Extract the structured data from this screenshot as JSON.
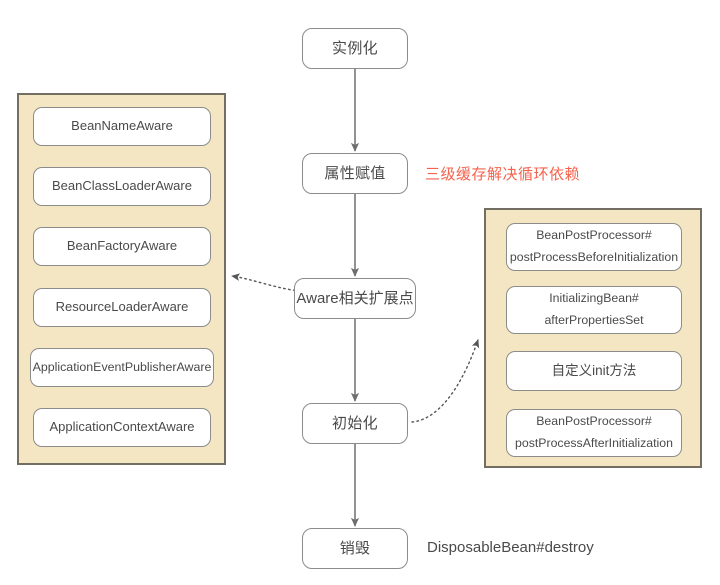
{
  "diagram": {
    "title_text_color": "#4A4A4A",
    "colors": {
      "group_fill": "#F5E6C3",
      "group_border": "#726F62",
      "node_border": "#8C8C8C",
      "node_fill": "#FFFFFF",
      "edge": "#6E6E6E",
      "accent_red": "#F5614C",
      "background": "#FFFFFF"
    },
    "lifecycle": {
      "nodes": [
        {
          "id": "instantiate",
          "label": "实例化"
        },
        {
          "id": "populate",
          "label": "属性赋值"
        },
        {
          "id": "aware",
          "label": "Aware相关扩展点"
        },
        {
          "id": "init",
          "label": "初始化"
        },
        {
          "id": "destroy",
          "label": "销毁"
        }
      ]
    },
    "annotations": [
      {
        "id": "circular-dependency-note",
        "label": "三级缓存解决循环依赖",
        "style": "accent"
      },
      {
        "id": "destroy-note",
        "label": "DisposableBean#destroy",
        "style": "plain"
      }
    ],
    "aware_group": {
      "id": "aware-interfaces-group",
      "items": [
        {
          "id": "bean-name-aware",
          "line1": "BeanNameAware",
          "line2": ""
        },
        {
          "id": "bean-class-loader-aware",
          "line1": "BeanClassLoaderAware",
          "line2": ""
        },
        {
          "id": "bean-factory-aware",
          "line1": "BeanFactoryAware",
          "line2": ""
        },
        {
          "id": "resource-loader-aware",
          "line1": "ResourceLoaderAware",
          "line2": ""
        },
        {
          "id": "application-event-publisher-aware",
          "line1": "ApplicationEventPublisherAware",
          "line2": ""
        },
        {
          "id": "application-context-aware",
          "line1": "ApplicationContextAware",
          "line2": ""
        }
      ]
    },
    "init_group": {
      "id": "initialization-callbacks-group",
      "items": [
        {
          "id": "bpp-before-init",
          "line1": "BeanPostProcessor#",
          "line2": "postProcessBeforeInitialization"
        },
        {
          "id": "initializing-bean",
          "line1": "InitializingBean#",
          "line2": "afterPropertiesSet"
        },
        {
          "id": "custom-init-method",
          "line1": "自定义init方法",
          "line2": ""
        },
        {
          "id": "bpp-after-init",
          "line1": "BeanPostProcessor#",
          "line2": "postProcessAfterInitialization"
        }
      ]
    }
  }
}
